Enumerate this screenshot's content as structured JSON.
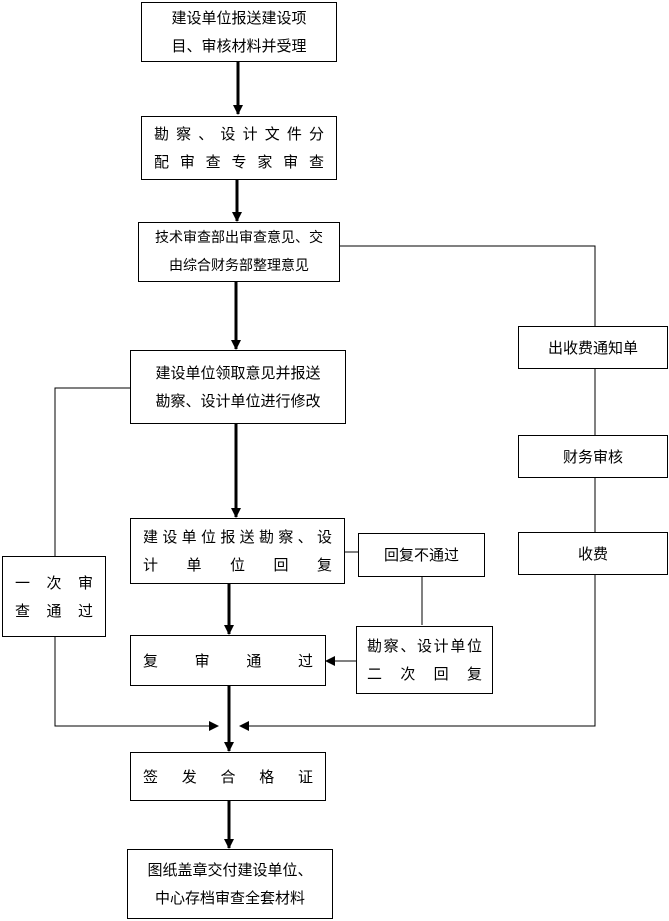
{
  "flowchart": {
    "step1": {
      "line1": "建设单位报送建设项",
      "line2": "目、审核材料并受理"
    },
    "step2": {
      "line1": "勘察、设计文件分",
      "line2": "配审查专家审查"
    },
    "step3": {
      "line1": "技术审查部出审查意见、交",
      "line2": "由综合财务部整理意见"
    },
    "step4": {
      "line1": "建设单位领取意见并报送",
      "line2": "勘察、设计单位进行修改"
    },
    "step5": {
      "line1": "建设单位报送勘察、设",
      "line2": "计单位回复"
    },
    "step6": {
      "label": "复审通过"
    },
    "step7": {
      "label": "签发合格证"
    },
    "step8": {
      "line1": "图纸盖章交付建设单位、",
      "line2": "中心存档审查全套材料"
    },
    "side_first_pass": {
      "line1": "一次审",
      "line2": "查通过"
    },
    "side_reply_fail": {
      "label": "回复不通过"
    },
    "side_second_reply": {
      "line1": "勘察、设计单位",
      "line2": "二次回复"
    },
    "fee_notice": {
      "label": "出收费通知单"
    },
    "finance_review": {
      "label": "财务审核"
    },
    "fee_collect": {
      "label": "收费"
    }
  },
  "colors": {
    "stroke": "#000000",
    "background": "#ffffff"
  }
}
